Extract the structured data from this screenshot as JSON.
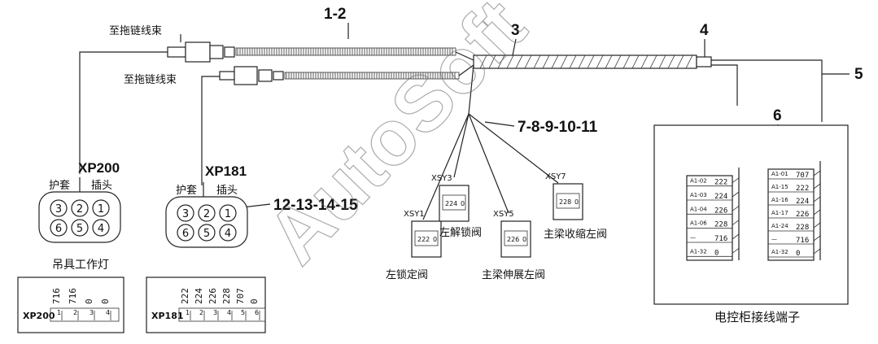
{
  "labels": {
    "callout_1_2": "1-2",
    "callout_3": "3",
    "callout_4": "4",
    "callout_5": "5",
    "callout_6": "6",
    "callout_7_11": "7-8-9-10-11",
    "callout_12_15": "12-13-14-15",
    "to_harness_top": "至拖链线束",
    "to_harness_bottom": "至拖链线束",
    "cabinet_terminal": "电控柜接线端子",
    "watermark": "AutoSoft"
  },
  "xp200": {
    "title": "XP200",
    "sheath": "护套",
    "plug": "插头",
    "pins": [
      "3",
      "2",
      "1",
      "6",
      "5",
      "4"
    ],
    "caption": "吊具工作灯",
    "table_id": "XP200",
    "wires": [
      "716",
      "716",
      "0",
      "0"
    ],
    "cols": [
      "1",
      "2",
      "3",
      "4"
    ]
  },
  "xp181": {
    "title": "XP181",
    "sheath": "护套",
    "plug": "插头",
    "pins": [
      "3",
      "2",
      "1",
      "6",
      "5",
      "4"
    ],
    "table_id": "XP181",
    "wires": [
      "222",
      "224",
      "226",
      "228",
      "707",
      "0"
    ],
    "cols": [
      "1",
      "2",
      "3",
      "4",
      "5",
      "6"
    ]
  },
  "valves": [
    {
      "id": "XSY1",
      "wire": "222",
      "zero": "0",
      "caption": "左锁定阀"
    },
    {
      "id": "XSY3",
      "wire": "224",
      "zero": "0",
      "caption": "左解锁阀"
    },
    {
      "id": "XSY5",
      "wire": "226",
      "zero": "0",
      "caption": "主梁伸展左阀"
    },
    {
      "id": "XSY7",
      "wire": "228",
      "zero": "0",
      "caption": "主梁收缩左阀"
    }
  ],
  "terminal_left": {
    "terms": [
      "A1-02",
      "A1-03",
      "A1-04",
      "A1-06",
      "",
      "A1-32"
    ],
    "wires": [
      "222",
      "224",
      "226",
      "228",
      "716",
      "0"
    ]
  },
  "terminal_right": {
    "terms": [
      "A1-01",
      "A1-15",
      "A1-16",
      "A1-17",
      "A1-24",
      "",
      "A1-32"
    ],
    "wires": [
      "707",
      "222",
      "224",
      "226",
      "228",
      "716",
      "0"
    ]
  }
}
